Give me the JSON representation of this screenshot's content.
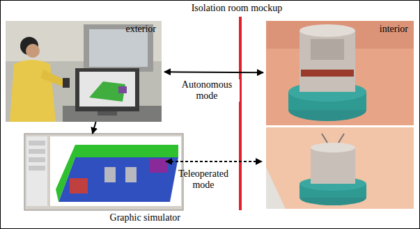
{
  "diagram": {
    "nodes": [
      {
        "text": [
          "exterior"
        ]
      },
      {
        "text": [
          "interior"
        ]
      },
      {
        "text": [
          "Graphic simulator"
        ]
      }
    ],
    "edges": [
      {
        "from": 0,
        "to": 1,
        "label": "Autonomous mode",
        "arrow": "both"
      },
      {
        "from": 0,
        "to": 2,
        "arrow": "to"
      }
    ],
    "labels": [
      "Isolation room mockup",
      "Teleoperated mode"
    ]
  }
}
